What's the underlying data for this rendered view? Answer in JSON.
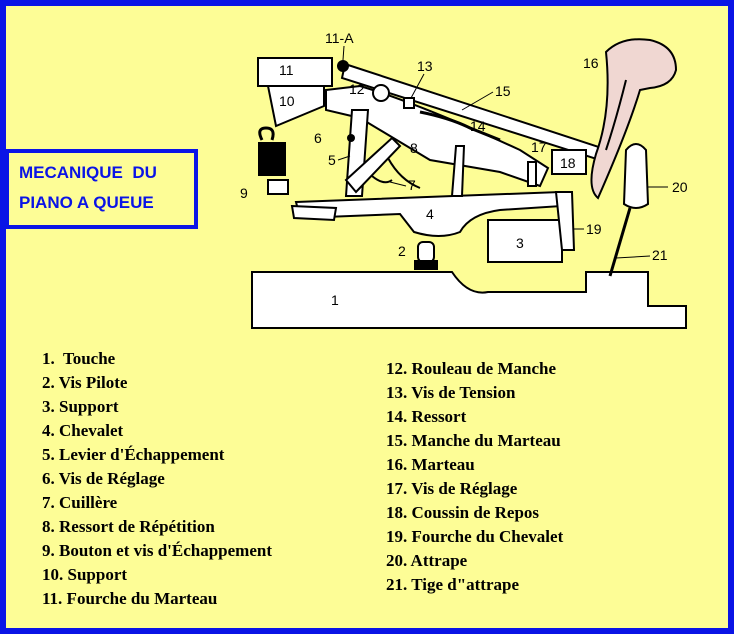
{
  "title": {
    "line1": "MECANIQUE  DU",
    "line2": "PIANO A QUEUE"
  },
  "colors": {
    "border": "#0a14e6",
    "background": "#fdfd96",
    "parts": "#ffffff",
    "hammer": "#f0d7d2",
    "dark": "#000000"
  },
  "diagram_labels": {
    "touche": "1",
    "vis_pilote": "2",
    "support": "3",
    "chevalet": "4",
    "levier": "5",
    "vis_reglage": "6",
    "cuillere": "7",
    "ressort_rep": "8",
    "bouton": "9",
    "support_10": "10",
    "fourche_11": "11",
    "fourche_11a": "11-A",
    "rouleau": "12",
    "vis_tension": "13",
    "ressort_14": "14",
    "manche": "15",
    "marteau": "16",
    "vis_reglage_17": "17",
    "coussin": "18",
    "fourche_chevalet": "19",
    "attrape": "20",
    "tige": "21"
  },
  "legend_left": [
    "1.  Touche",
    "2. Vis Pilote",
    "3. Support",
    "4. Chevalet",
    "5. Levier d'Échappement",
    "6. Vis de Réglage",
    "7. Cuillère",
    "8. Ressort de Répétition",
    "9. Bouton et vis d'Échappement",
    "10. Support",
    "11. Fourche du Marteau"
  ],
  "legend_right": [
    "12. Rouleau de Manche",
    "13. Vis de Tension",
    "14. Ressort",
    "15. Manche du Marteau",
    "16. Marteau",
    "17. Vis de Réglage",
    "18. Coussin de Repos",
    "19. Fourche du Chevalet",
    "20. Attrape",
    "21. Tige d\"attrape"
  ]
}
